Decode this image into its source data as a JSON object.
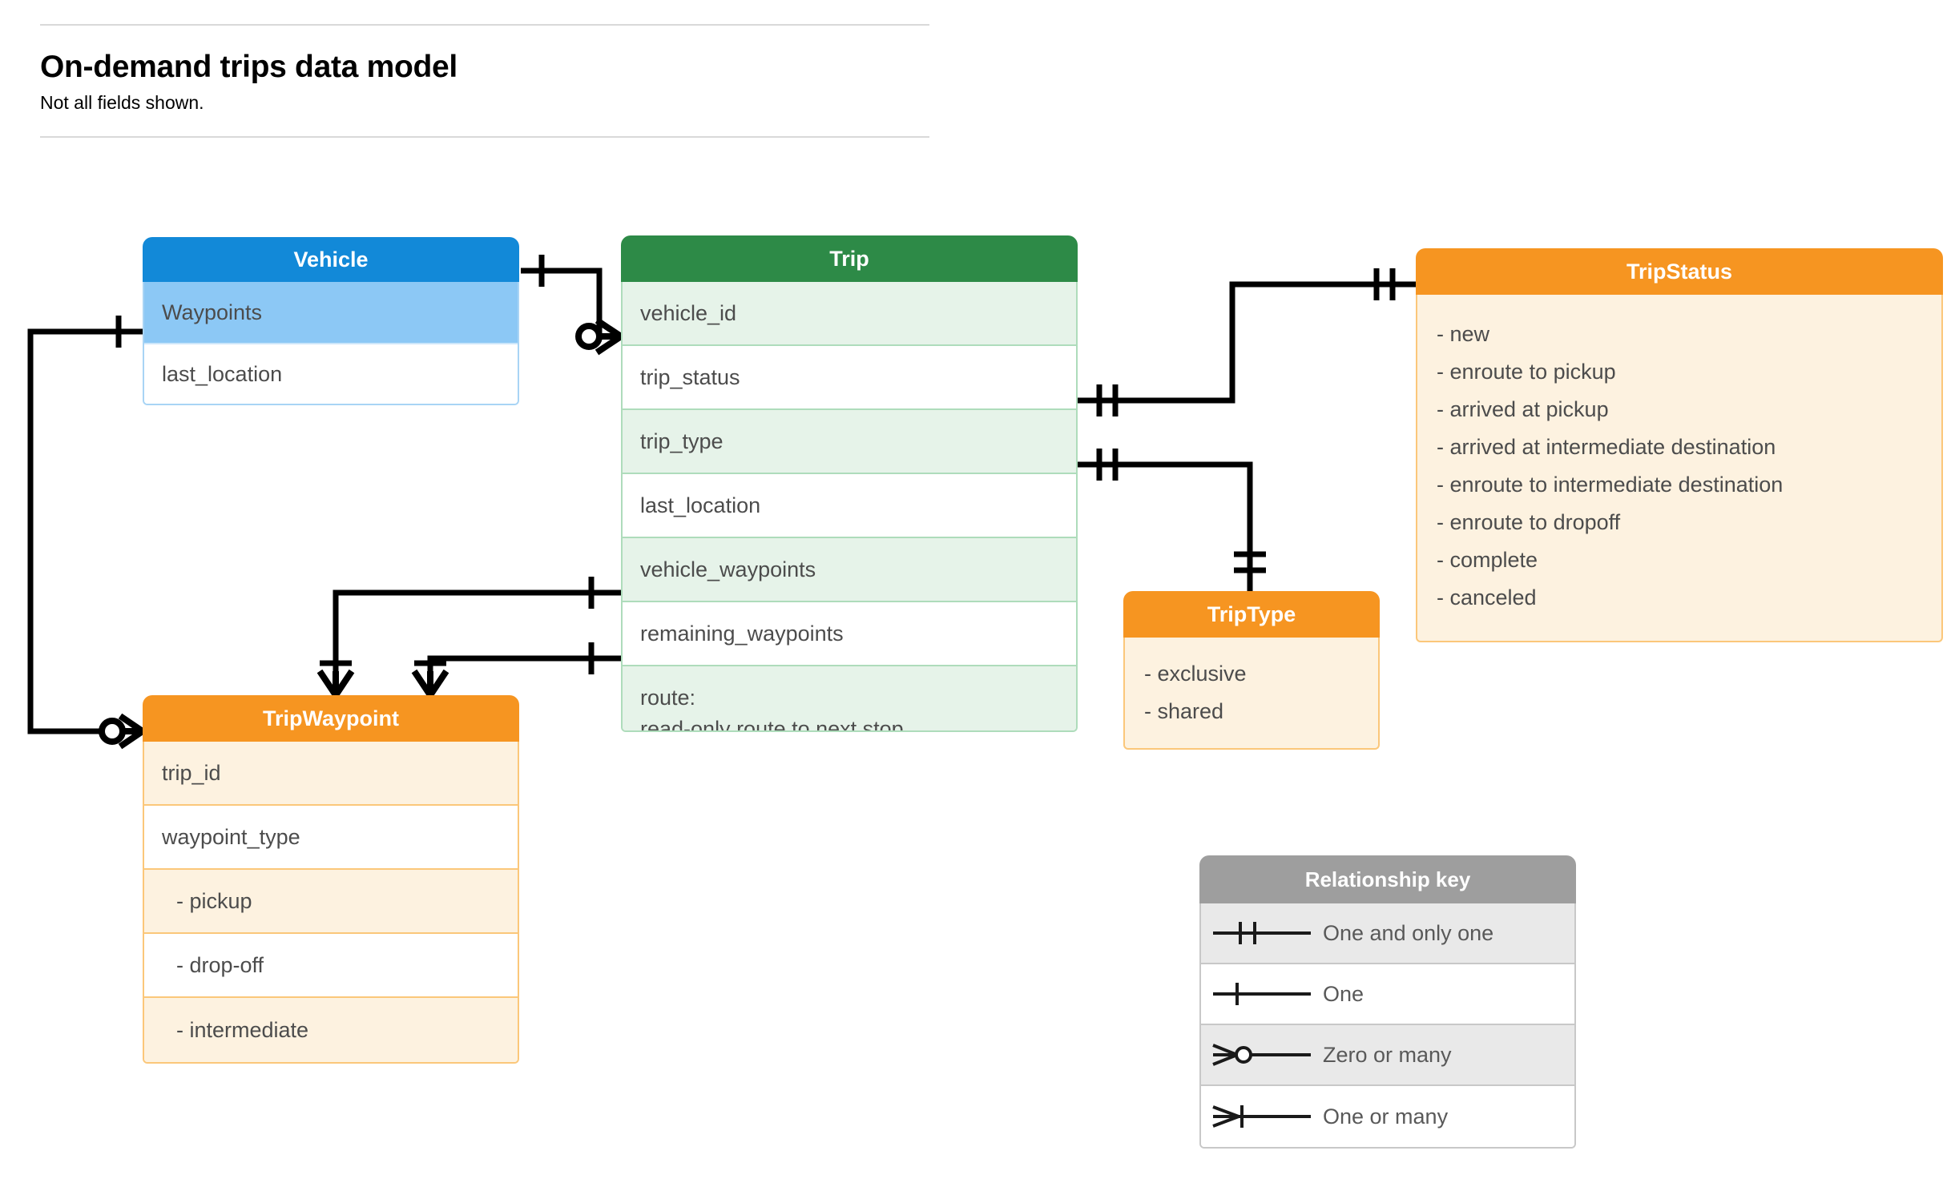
{
  "header": {
    "title": "On-demand trips data model",
    "subtitle": "Not all fields shown."
  },
  "entities": {
    "vehicle": {
      "name": "Vehicle",
      "header_color": "#1289d8",
      "rows": [
        {
          "label": "Waypoints"
        },
        {
          "label": "last_location"
        }
      ]
    },
    "trip": {
      "name": "Trip",
      "header_color": "#2d8a47",
      "rows": [
        {
          "label": "vehicle_id"
        },
        {
          "label": "trip_status"
        },
        {
          "label": "trip_type"
        },
        {
          "label": "last_location"
        },
        {
          "label": "vehicle_waypoints"
        },
        {
          "label": "remaining_waypoints"
        },
        {
          "label": "route:",
          "label2": "read-only route to next stop"
        }
      ]
    },
    "trip_waypoint": {
      "name": "TripWaypoint",
      "header_color": "#f69521",
      "rows": [
        {
          "label": "trip_id"
        },
        {
          "label": "waypoint_type"
        },
        {
          "label": "-  pickup"
        },
        {
          "label": "-  drop-off"
        },
        {
          "label": "-  intermediate"
        }
      ]
    },
    "trip_type": {
      "name": "TripType",
      "header_color": "#f69521",
      "values": [
        "- exclusive",
        "- shared"
      ]
    },
    "trip_status": {
      "name": "TripStatus",
      "header_color": "#f69521",
      "values": [
        "- new",
        "- enroute to pickup",
        "- arrived at pickup",
        "- arrived at intermediate destination",
        "- enroute to intermediate destination",
        "- enroute to dropoff",
        "- complete",
        "- canceled"
      ]
    }
  },
  "legend": {
    "title": "Relationship key",
    "header_color": "#9e9e9e",
    "items": [
      {
        "symbol": "one-and-only-one-icon",
        "label": "One and only one"
      },
      {
        "symbol": "one-icon",
        "label": "One"
      },
      {
        "symbol": "zero-or-many-icon",
        "label": "Zero or many"
      },
      {
        "symbol": "one-or-many-icon",
        "label": "One or many"
      }
    ]
  },
  "relationships": [
    {
      "from": "Vehicle",
      "from_card": "One",
      "to": "Trip.vehicle_id",
      "to_card": "Zero or many"
    },
    {
      "from": "Vehicle.Waypoints",
      "from_card": "One",
      "to": "TripWaypoint",
      "to_card": "Zero or many"
    },
    {
      "from": "Trip.trip_status",
      "from_card": "One and only one",
      "to": "TripStatus",
      "to_card": "One and only one"
    },
    {
      "from": "Trip.trip_type",
      "from_card": "One and only one",
      "to": "TripType",
      "to_card": "One and only one"
    },
    {
      "from": "Trip.vehicle_waypoints",
      "from_card": "One",
      "to": "TripWaypoint",
      "to_card": "One or many"
    },
    {
      "from": "Trip.remaining_waypoints",
      "from_card": "One",
      "to": "TripWaypoint",
      "to_card": "One or many"
    }
  ]
}
